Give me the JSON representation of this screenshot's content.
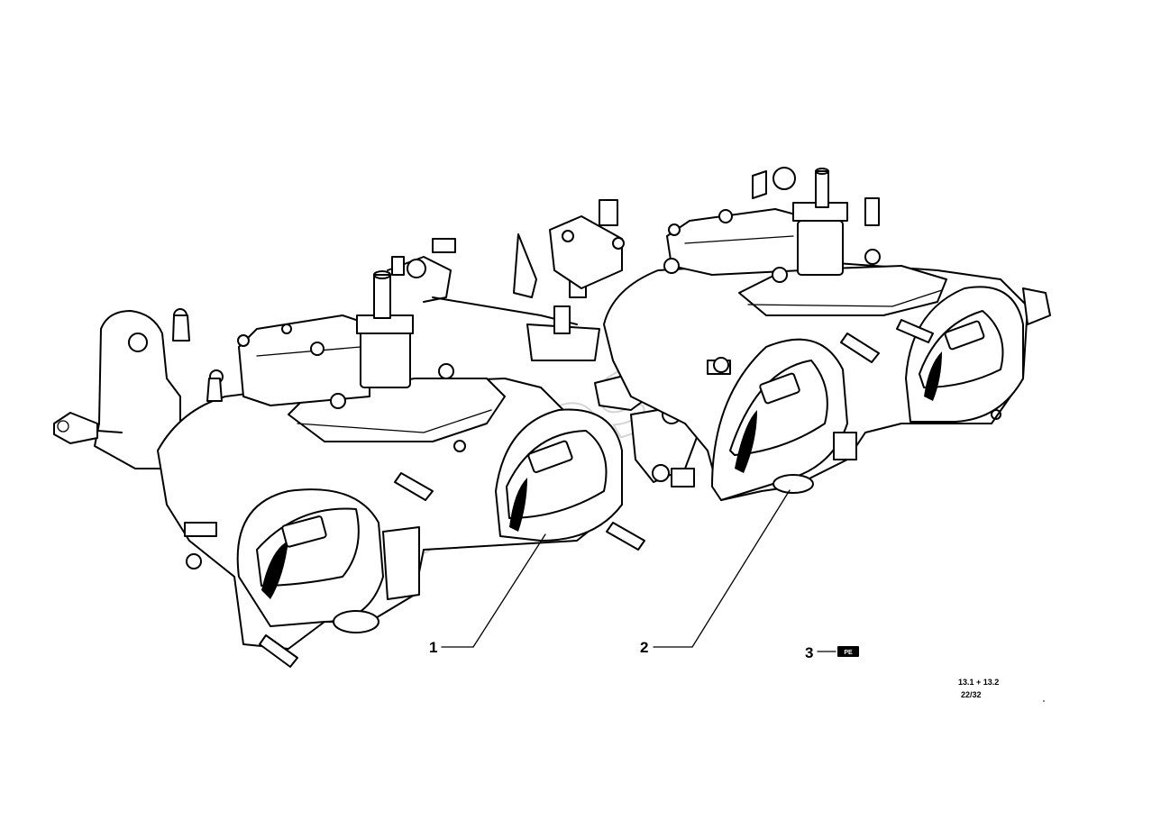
{
  "watermark": {
    "text": "Autosoft"
  },
  "callouts": [
    {
      "number": "1"
    },
    {
      "number": "2"
    },
    {
      "number": "3"
    }
  ],
  "badge": {
    "text": "PE"
  },
  "reference": {
    "line1": "13.1 + 13.2",
    "line2": "22/32"
  },
  "colors": {
    "ink": "#000000",
    "background": "#ffffff",
    "watermark": "#d4d4d4"
  }
}
